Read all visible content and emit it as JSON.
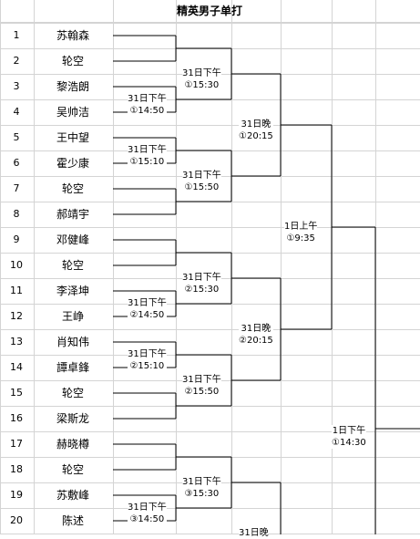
{
  "title": "精英男子单打",
  "rows": [
    {
      "num": "1",
      "player": "苏翰森"
    },
    {
      "num": "2",
      "player": "轮空"
    },
    {
      "num": "3",
      "player": "黎浩朗"
    },
    {
      "num": "4",
      "player": "吴帅洁"
    },
    {
      "num": "5",
      "player": "王中望"
    },
    {
      "num": "6",
      "player": "霍少康"
    },
    {
      "num": "7",
      "player": "轮空"
    },
    {
      "num": "8",
      "player": "郝靖宇"
    },
    {
      "num": "9",
      "player": "邓健峰"
    },
    {
      "num": "10",
      "player": "轮空"
    },
    {
      "num": "11",
      "player": "李泽坤"
    },
    {
      "num": "12",
      "player": "王峥"
    },
    {
      "num": "13",
      "player": "肖知伟"
    },
    {
      "num": "14",
      "player": "譚卓鋒"
    },
    {
      "num": "15",
      "player": "轮空"
    },
    {
      "num": "16",
      "player": "梁斯龙"
    },
    {
      "num": "17",
      "player": "赫晓樽"
    },
    {
      "num": "18",
      "player": "轮空"
    },
    {
      "num": "19",
      "player": "苏敷峰"
    },
    {
      "num": "20",
      "player": "陈述"
    }
  ],
  "matches": [
    {
      "line1": "31日下午",
      "line2": "①14:50"
    },
    {
      "line1": "31日下午",
      "line2": "①15:10"
    },
    {
      "line1": "31日下午",
      "line2": "①15:30"
    },
    {
      "line1": "31日下午",
      "line2": "①15:50"
    },
    {
      "line1": "31日晚",
      "line2": "①20:15"
    },
    {
      "line1": "31日下午",
      "line2": "②14:50"
    },
    {
      "line1": "31日下午",
      "line2": "②15:10"
    },
    {
      "line1": "31日下午",
      "line2": "②15:30"
    },
    {
      "line1": "31日下午",
      "line2": "②15:50"
    },
    {
      "line1": "31日晚",
      "line2": "②20:15"
    },
    {
      "line1": "1日上午",
      "line2": "①9:35"
    },
    {
      "line1": "31日下午",
      "line2": "③14:50"
    },
    {
      "line1": "31日下午",
      "line2": "③15:30"
    },
    {
      "line1": "31日晚",
      "line2": ""
    },
    {
      "line1": "1日下午",
      "line2": "①14:30"
    }
  ]
}
